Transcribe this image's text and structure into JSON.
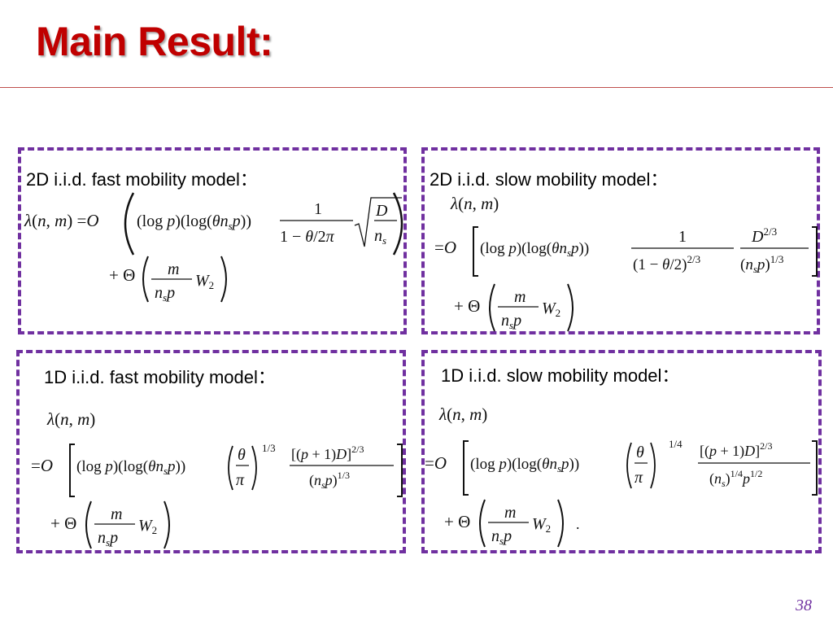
{
  "slide": {
    "title": "Main Result:",
    "page_number": "38"
  },
  "colors": {
    "title": "#c00000",
    "panel_border": "#7030a0",
    "page_number": "#7030a0"
  },
  "panels": [
    {
      "heading": "2D i.i.d. fast mobility model："
    },
    {
      "heading": "2D i.i.d. slow mobility model："
    },
    {
      "heading": "1D i.i.d. fast mobility model："
    },
    {
      "heading": "1D i.i.d. slow mobility model："
    }
  ]
}
